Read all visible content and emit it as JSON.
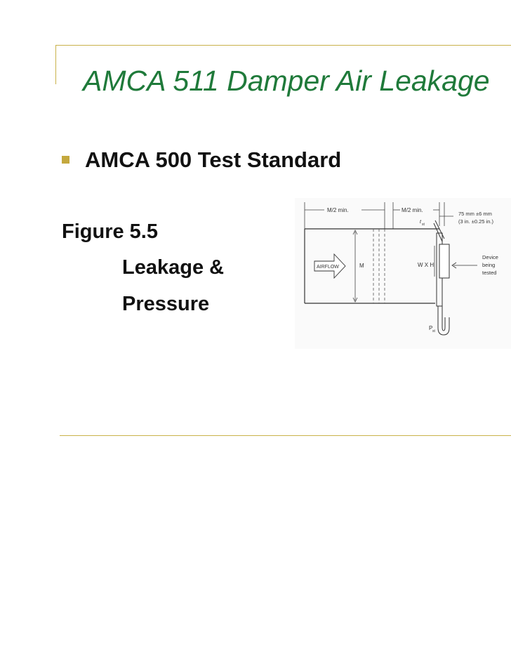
{
  "slide": {
    "title": "AMCA 511 Damper Air Leakage",
    "bullet": "AMCA 500 Test Standard",
    "figure_label": "Figure 5.5",
    "figure_caption_line1": "Leakage &",
    "figure_caption_line2": "Pressure"
  },
  "diagram": {
    "dim_left": "M/2 min.",
    "dim_right": "M/2 min.",
    "dim_offset_1": "75 mm ±6 mm",
    "dim_offset_2": "(3 in. ±0.25 in.)",
    "t_label": "t",
    "t_sub": "st",
    "airflow_label": "AIRFLOW",
    "m_label": "M",
    "wxh_label": "W X H",
    "device_line1": "Device",
    "device_line2": "being",
    "device_line3": "tested",
    "p_label": "P",
    "p_sub": "st"
  },
  "colors": {
    "title": "#1f7a3a",
    "accent": "#c4a83e",
    "frame_line": "#c9b24a",
    "text": "#111111"
  }
}
